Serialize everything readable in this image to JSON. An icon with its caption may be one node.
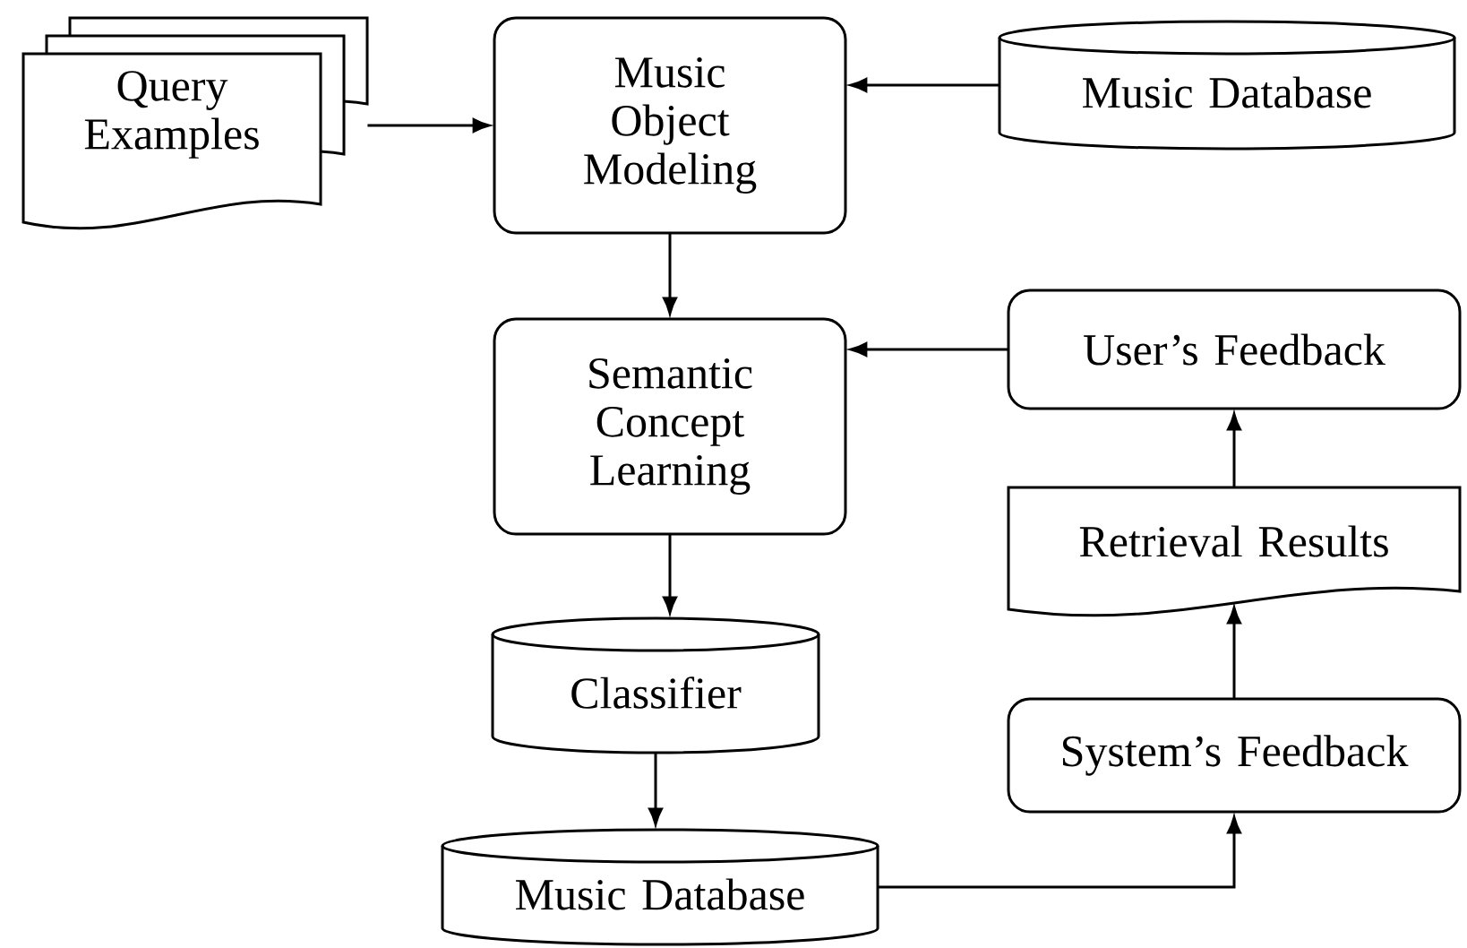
{
  "diagram": {
    "nodes": [
      {
        "text": [
          "Query Examples"
        ]
      },
      {
        "text": [
          "Music Object Modeling"
        ]
      },
      {
        "text": [
          "Music Database"
        ]
      },
      {
        "text": [
          "Semantic Concept Learning"
        ]
      },
      {
        "text": [
          "User’s Feedback"
        ]
      },
      {
        "text": [
          "Retrieval Results"
        ]
      },
      {
        "text": [
          "Classifier"
        ]
      },
      {
        "text": [
          "System’s Feedback"
        ]
      },
      {
        "text": [
          "Music Database"
        ]
      }
    ],
    "edges": [
      {
        "from": 0,
        "to": 1,
        "arrow": "to"
      },
      {
        "from": 2,
        "to": 1,
        "arrow": "to"
      },
      {
        "from": 1,
        "to": 3,
        "arrow": "to"
      },
      {
        "from": 4,
        "to": 3,
        "arrow": "to"
      },
      {
        "from": 3,
        "to": 6,
        "arrow": "to"
      },
      {
        "from": 6,
        "to": 8,
        "arrow": "to"
      },
      {
        "from": 8,
        "to": 7,
        "arrow": "to"
      },
      {
        "from": 7,
        "to": 5,
        "arrow": "to"
      },
      {
        "from": 5,
        "to": 4,
        "arrow": "to"
      }
    ]
  }
}
